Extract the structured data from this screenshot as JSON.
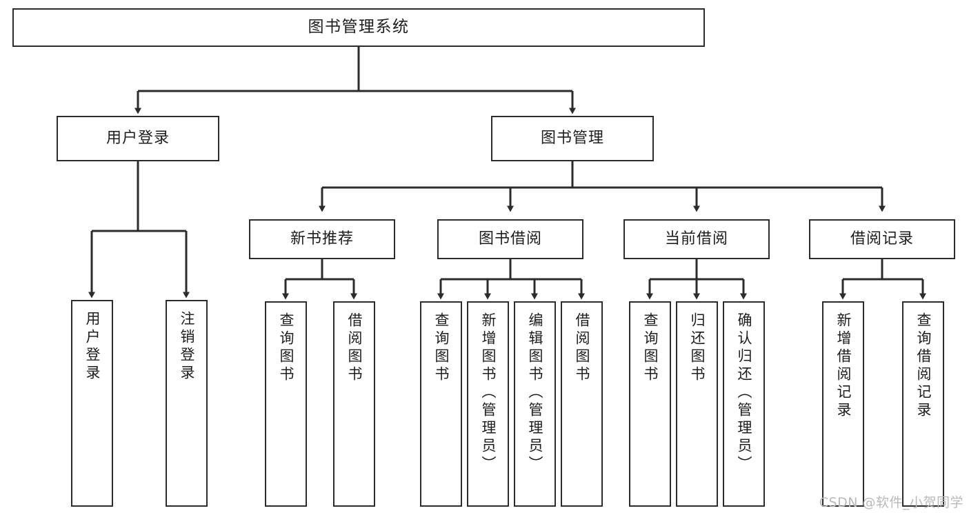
{
  "diagram": {
    "title": "图书管理系统",
    "watermark": "CSDN @软件_小贺同学",
    "stroke_color": "#2b2b2b",
    "background_color": "#ffffff",
    "text_color": "#1d1d1d",
    "watermark_color": "#b9b9b9",
    "root": {
      "label": "图书管理系统"
    },
    "level2": [
      {
        "label": "用户登录"
      },
      {
        "label": "图书管理"
      }
    ],
    "level3": [
      {
        "label": "新书推荐"
      },
      {
        "label": "图书借阅"
      },
      {
        "label": "当前借阅"
      },
      {
        "label": "借阅记录"
      }
    ],
    "leaves": {
      "user_login": [
        {
          "label": "用户登录"
        },
        {
          "label": "注销登录"
        }
      ],
      "new_book_recommend": [
        {
          "label": "查询图书"
        },
        {
          "label": "借阅图书"
        }
      ],
      "book_borrow": [
        {
          "label": "查询图书"
        },
        {
          "label": "新增图书（管理员）"
        },
        {
          "label": "编辑图书（管理员）"
        },
        {
          "label": "借阅图书"
        }
      ],
      "current_borrow": [
        {
          "label": "查询图书"
        },
        {
          "label": "归还图书"
        },
        {
          "label": "确认归还（管理员）"
        }
      ],
      "borrow_record": [
        {
          "label": "新增借阅记录"
        },
        {
          "label": "查询借阅记录"
        }
      ]
    }
  }
}
